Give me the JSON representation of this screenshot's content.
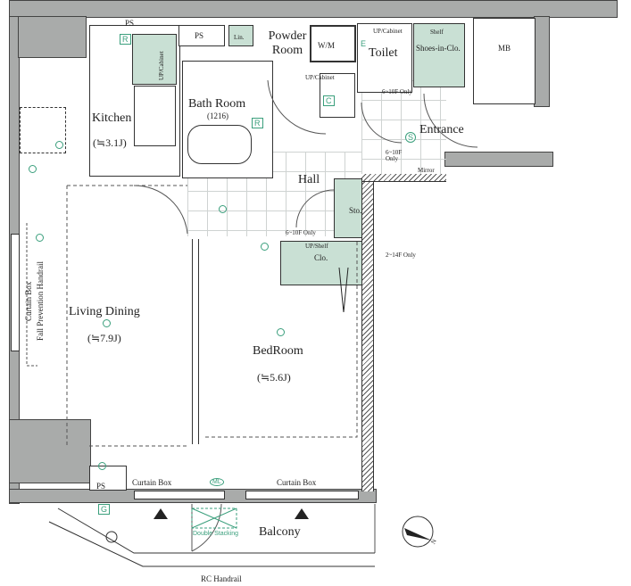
{
  "rooms": {
    "kitchen": {
      "name": "Kitchen",
      "size": "(≒3.1J)"
    },
    "bath": {
      "name": "Bath Room",
      "size": "(1216)"
    },
    "powder": {
      "name": "Powder Room"
    },
    "toilet": {
      "name": "Toilet"
    },
    "entrance": {
      "name": "Entrance"
    },
    "hall": {
      "name": "Hall"
    },
    "living": {
      "name": "Living Dining",
      "size": "(≒7.9J)"
    },
    "bedroom": {
      "name": "BedRoom",
      "size": "(≒5.6J)"
    },
    "balcony": {
      "name": "Balcony"
    },
    "mb": {
      "name": "MB"
    }
  },
  "labels": {
    "ps_top": "PS",
    "ps_mid": "PS",
    "ps_bottom": "PS",
    "lin": "Lin.",
    "wm": "W/M",
    "up_cabinet_kitchen": "UP/Cabinet",
    "up_cabinet_powder": "UP/Cabinet",
    "up_cabinet_toilet": "UP/Cabinet",
    "shelf": "Shelf",
    "shoes": "Shoes-in-Clo.",
    "sto": "Sto.",
    "up_shelf": "UP/Shelf",
    "clo": "Clo.",
    "floor_6_10_toilet": "6~10F Only",
    "floor_6_10_entrance": "6~10F Only",
    "floor_6_10_hall": "6~10F Only",
    "floor_2_14": "2~14F Only",
    "mirror": "Mirror",
    "curtain_box_left": "Curtain Box",
    "curtain_box_right": "Curtain Box",
    "curtain_box_side": "Curtain Box",
    "fall_prevention": "Fall Prevention Handrail",
    "double_stacking": "Double Stacking",
    "rc_handrail": "RC Handrail",
    "r1": "R",
    "r2": "R",
    "g": "G",
    "ml": "ML",
    "s": "S",
    "e": "E",
    "c": "C"
  },
  "compass": {
    "label": "N",
    "icon": "north-arrow-icon"
  },
  "colors": {
    "fixture": "#3a9f7c",
    "storage_fill": "#c9e0d4",
    "wall": "#a9abaa"
  }
}
